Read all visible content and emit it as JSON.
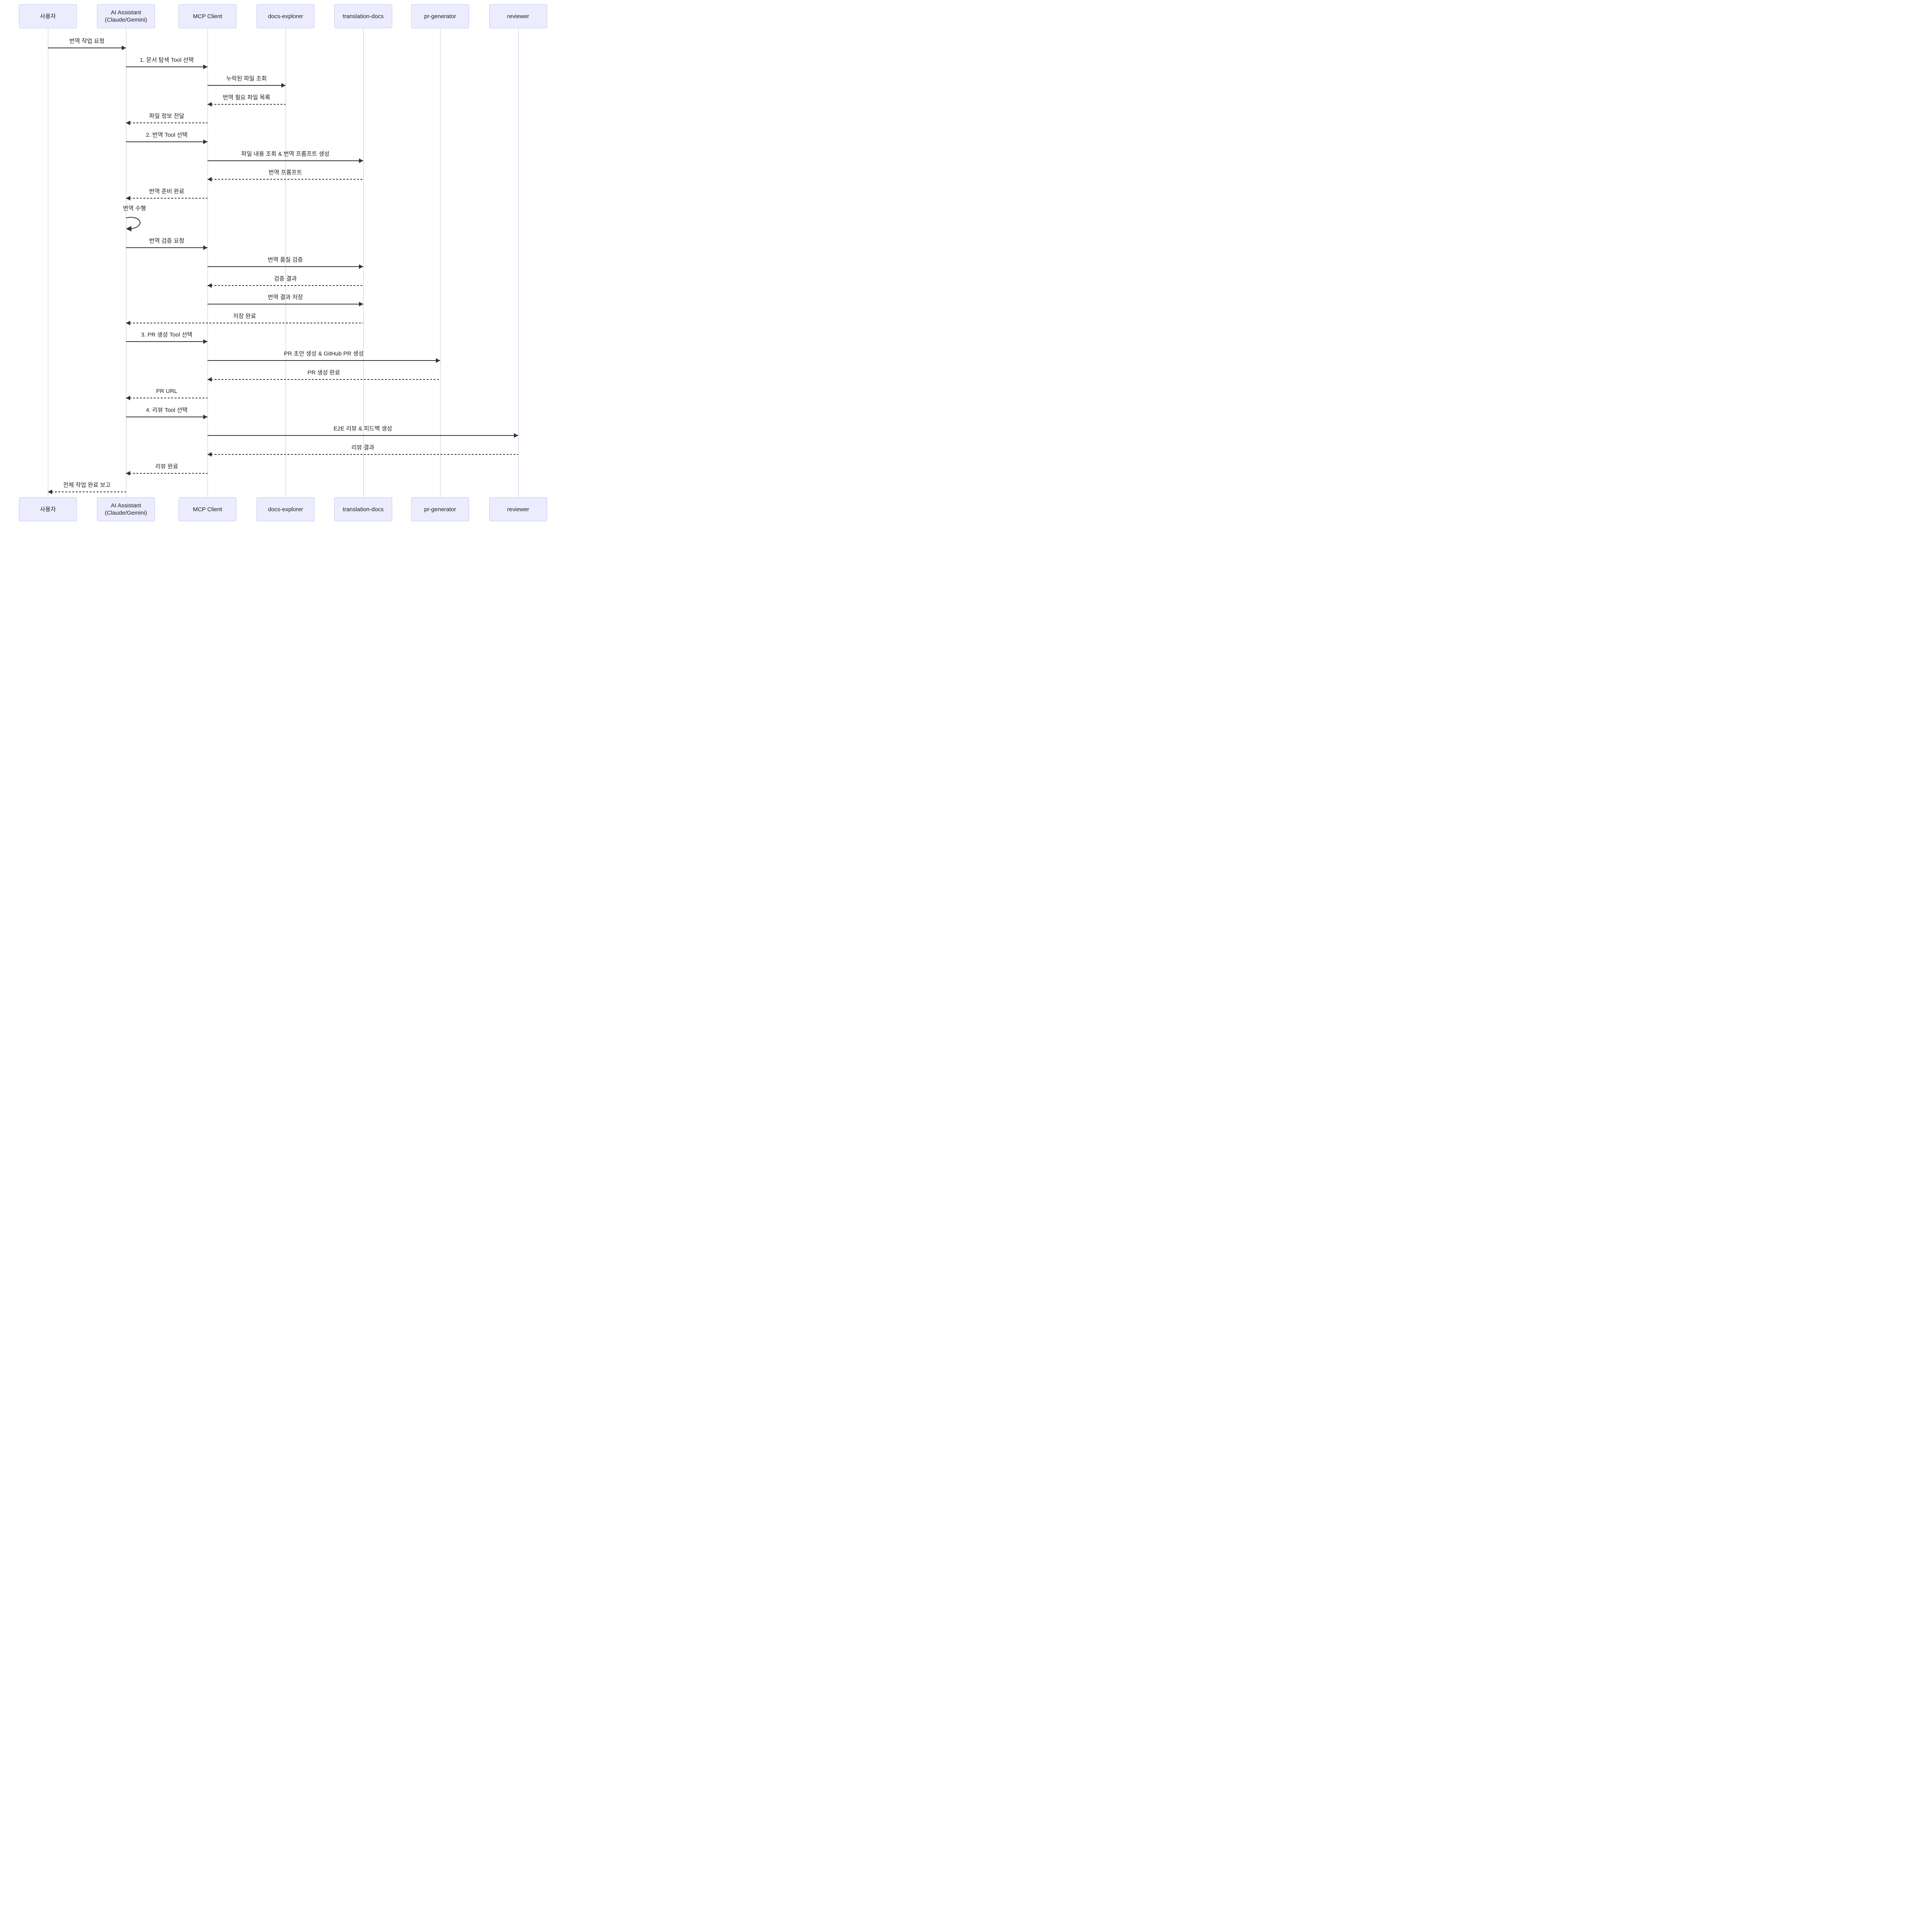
{
  "diagram_type": "sequence-diagram",
  "colors": {
    "background": "#ffffff",
    "actor_fill": "#ececff",
    "actor_border": "#cbc4e9",
    "lifeline": "#c9c3e8",
    "line": "#333333",
    "text": "#1f1f1f"
  },
  "actors": [
    {
      "id": "user",
      "lines": [
        "사용자"
      ]
    },
    {
      "id": "ai-assistant",
      "lines": [
        "AI Assistant",
        "(Claude/Gemini)"
      ]
    },
    {
      "id": "mcp-client",
      "lines": [
        "MCP Client"
      ]
    },
    {
      "id": "docs-explorer",
      "lines": [
        "docs-explorer"
      ]
    },
    {
      "id": "translation-docs",
      "lines": [
        "translation-docs"
      ]
    },
    {
      "id": "pr-generator",
      "lines": [
        "pr-generator"
      ]
    },
    {
      "id": "reviewer",
      "lines": [
        "reviewer"
      ]
    }
  ],
  "messages": [
    {
      "from": "user",
      "to": "ai-assistant",
      "label": "번역 작업 요청",
      "line": "solid",
      "type": "message"
    },
    {
      "from": "ai-assistant",
      "to": "mcp-client",
      "label": "1. 문서 탐색 Tool 선택",
      "line": "solid",
      "type": "message"
    },
    {
      "from": "mcp-client",
      "to": "docs-explorer",
      "label": "누락된 파일 조회",
      "line": "solid",
      "type": "message"
    },
    {
      "from": "docs-explorer",
      "to": "mcp-client",
      "label": "번역 필요 파일 목록",
      "line": "dashed",
      "type": "message"
    },
    {
      "from": "mcp-client",
      "to": "ai-assistant",
      "label": "파일 정보 전달",
      "line": "dashed",
      "type": "message"
    },
    {
      "from": "ai-assistant",
      "to": "mcp-client",
      "label": "2. 번역 Tool 선택",
      "line": "solid",
      "type": "message"
    },
    {
      "from": "mcp-client",
      "to": "translation-docs",
      "label": "파일 내용 조회 & 번역 프롬프트 생성",
      "line": "solid",
      "type": "message"
    },
    {
      "from": "translation-docs",
      "to": "mcp-client",
      "label": "번역 프롬프트",
      "line": "dashed",
      "type": "message"
    },
    {
      "from": "mcp-client",
      "to": "ai-assistant",
      "label": "번역 준비 완료",
      "line": "dashed",
      "type": "message"
    },
    {
      "from": "ai-assistant",
      "to": "ai-assistant",
      "label": "번역 수행",
      "line": "solid",
      "type": "self"
    },
    {
      "from": "ai-assistant",
      "to": "mcp-client",
      "label": "번역 검증 요청",
      "line": "solid",
      "type": "message"
    },
    {
      "from": "mcp-client",
      "to": "translation-docs",
      "label": "번역 품질 검증",
      "line": "solid",
      "type": "message"
    },
    {
      "from": "translation-docs",
      "to": "mcp-client",
      "label": "검증 결과",
      "line": "dashed",
      "type": "message"
    },
    {
      "from": "mcp-client",
      "to": "translation-docs",
      "label": "번역 결과 저장",
      "line": "solid",
      "type": "message"
    },
    {
      "from": "translation-docs",
      "to": "ai-assistant",
      "label": "저장 완료",
      "line": "dashed",
      "type": "message"
    },
    {
      "from": "ai-assistant",
      "to": "mcp-client",
      "label": "3. PR 생성 Tool 선택",
      "line": "solid",
      "type": "message"
    },
    {
      "from": "mcp-client",
      "to": "pr-generator",
      "label": "PR 초안 생성 & GitHub PR 생성",
      "line": "solid",
      "type": "message"
    },
    {
      "from": "pr-generator",
      "to": "mcp-client",
      "label": "PR 생성 완료",
      "line": "dashed",
      "type": "message"
    },
    {
      "from": "mcp-client",
      "to": "ai-assistant",
      "label": "PR URL",
      "line": "dashed",
      "type": "message"
    },
    {
      "from": "ai-assistant",
      "to": "mcp-client",
      "label": "4. 리뷰 Tool 선택",
      "line": "solid",
      "type": "message"
    },
    {
      "from": "mcp-client",
      "to": "reviewer",
      "label": "E2E 리뷰 & 피드백 생성",
      "line": "solid",
      "type": "message"
    },
    {
      "from": "reviewer",
      "to": "mcp-client",
      "label": "리뷰 결과",
      "line": "dashed",
      "type": "message"
    },
    {
      "from": "mcp-client",
      "to": "ai-assistant",
      "label": "리뷰 완료",
      "line": "dashed",
      "type": "message"
    },
    {
      "from": "ai-assistant",
      "to": "user",
      "label": "전체 작업 완료 보고",
      "line": "dashed",
      "type": "message"
    }
  ]
}
